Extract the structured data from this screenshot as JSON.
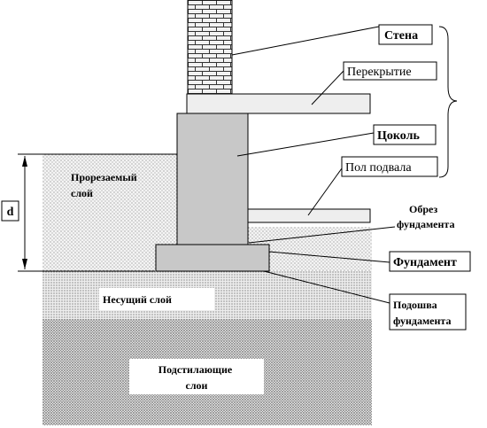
{
  "labels": {
    "wall": "Стена",
    "slab": "Перекрытие",
    "plinth": "Цоколь",
    "basement_floor": "Пол подвала",
    "foundation_top_line1": "Обрез",
    "foundation_top_line2": "фундамента",
    "foundation": "Фундамент",
    "foundation_base_line1": "Подошва",
    "foundation_base_line2": "фундамента",
    "cut_layer_line1": "Прорезаемый",
    "cut_layer_line2": "слой",
    "bearing_layer": "Несущий слой",
    "underlying_line1": "Подстилающие",
    "underlying_line2": "слои",
    "depth": "d"
  },
  "colors": {
    "soil_top": "#e6e6e6",
    "soil_mid": "#e0e0e0",
    "soil_bottom": "#c8c8c8",
    "concrete": "#c8c8c8",
    "slab": "#eeeeee",
    "brick": "#f2f2f2"
  }
}
